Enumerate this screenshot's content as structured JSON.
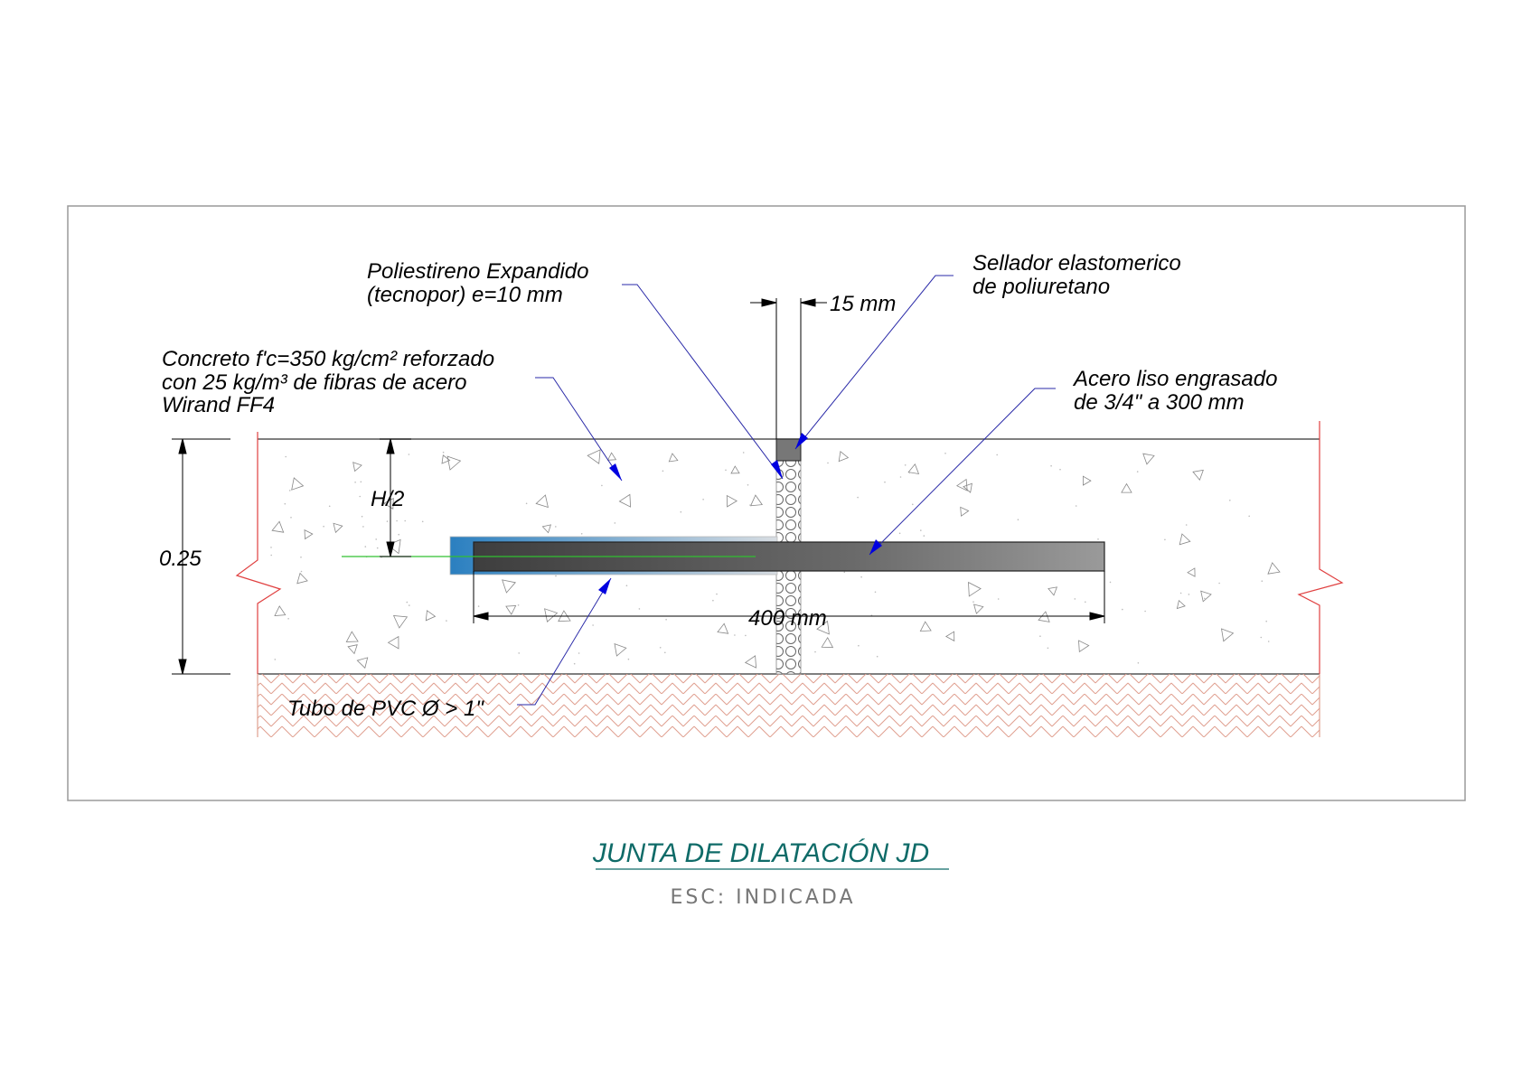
{
  "title": "JUNTA DE DILATACIÓN JD",
  "scale": "ESC: INDICADA",
  "labels": {
    "polystyrene_1": "Poliestireno Expandido",
    "polystyrene_2": "(tecnopor) e=10 mm",
    "sealant_1": "Sellador elastomerico",
    "sealant_2": "de poliuretano",
    "concrete_1": "Concreto f'c=350 kg/cm² reforzado",
    "concrete_2": "con 25 kg/m³ de fibras de acero",
    "concrete_3": "Wirand FF4",
    "steel_1": "Acero liso engrasado",
    "steel_2": "de 3/4\" a 300 mm",
    "pvc": "Tubo de PVC Ø > 1\""
  },
  "dimensions": {
    "joint_width": "15 mm",
    "half_depth": "H/2",
    "slab_thickness": "0.25",
    "dowel_length": "400 mm"
  },
  "colors": {
    "leader": "#2a2aa8",
    "arrow": "#0000e0",
    "title": "#0f6b68",
    "subgrade_hatch": "#e0a090",
    "break_line": "#e04040",
    "dowel": "#555555",
    "pvc": "#2a7fc0",
    "axis": "#30c030"
  }
}
